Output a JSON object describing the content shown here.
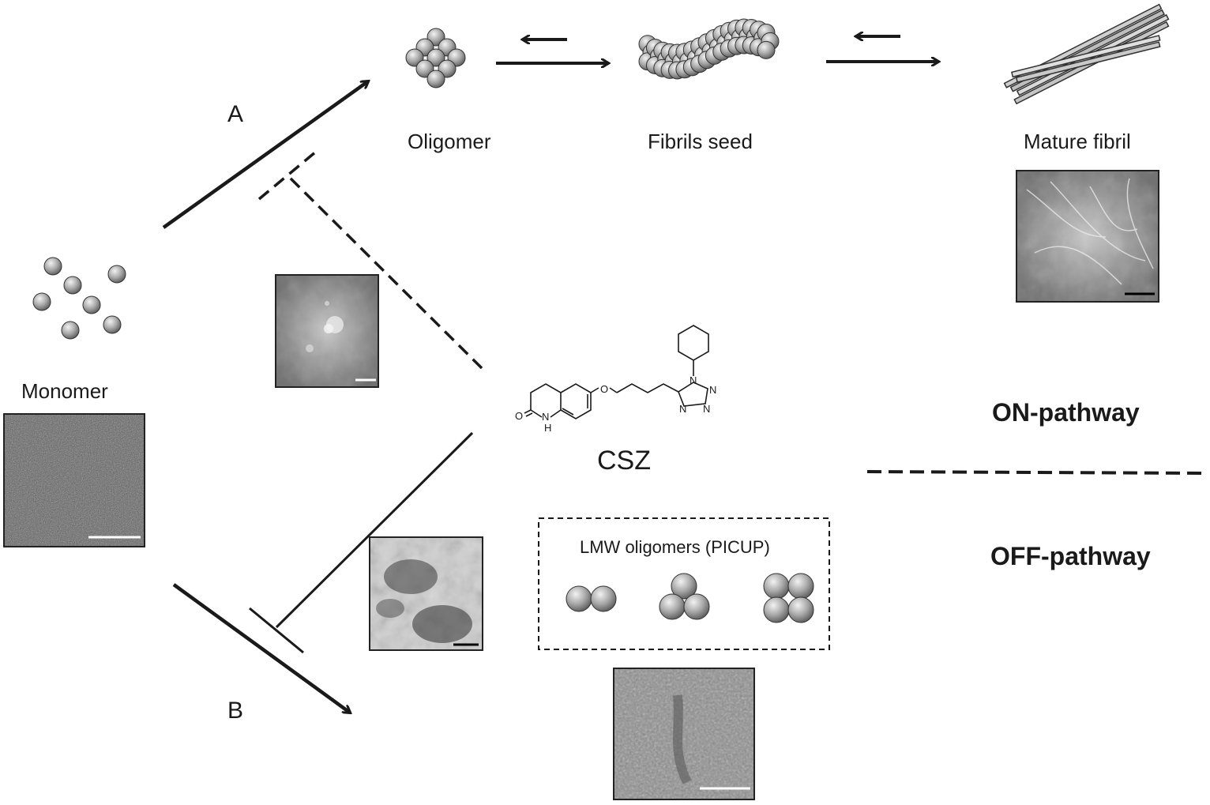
{
  "labels": {
    "oligomer": "Oligomer",
    "fibrils_seed": "Fibrils seed",
    "mature_fibril": "Mature fibril",
    "monomer": "Monomer",
    "route_a": "A",
    "route_b": "B",
    "compound": "CSZ",
    "on_pathway": "ON-pathway",
    "off_pathway": "OFF-pathway",
    "lmw_oligomers": "LMW oligomers (PICUP)"
  },
  "structure_atoms": {
    "carbonyl_o": "O",
    "amide_nh": "H",
    "amide_n": "N",
    "ether_o": "O",
    "tetrazole_n1": "N",
    "tetrazole_n2": "N",
    "tetrazole_n3": "N",
    "tetrazole_n4": "N"
  },
  "colors": {
    "ink": "#1a1a1a",
    "sphere_light": "#e6e6e6",
    "sphere_dark": "#6a6a6a",
    "micrograph_bg": "#8a8a8a"
  }
}
